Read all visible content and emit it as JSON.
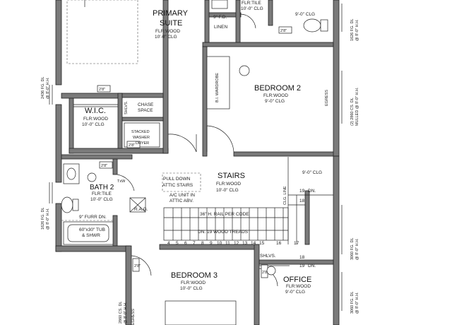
{
  "rooms": {
    "primary_suite": {
      "name_line1": "PRIMARY",
      "name_line2": "SUITE",
      "floor": "FLR:WOOD",
      "clg": "10'-0\" CLG"
    },
    "wic": {
      "name": "W.I.C.",
      "floor": "FLR:WOOD",
      "clg": "10'-0\" CLG"
    },
    "bedroom2": {
      "name": "BEDROOM 2",
      "floor": "FLR:WOOD",
      "clg": "9'-0\" CLG"
    },
    "stairs": {
      "name": "STAIRS",
      "floor": "FLR:WOOD",
      "clg": "10'-0\" CLG"
    },
    "bath2": {
      "name": "BATH 2",
      "floor": "FLR:TILE",
      "clg": "10'-0\" CLG"
    },
    "bedroom3": {
      "name": "BEDROOM 3",
      "floor": "FLR:WOOD",
      "clg": "10'-0\" CLG"
    },
    "office": {
      "name": "OFFICE",
      "floor": "FLR:WOOD",
      "clg": "9'-0\" CLG"
    },
    "top_bath": {
      "floor": "FLR:TILE",
      "clg": "10'-0\" CLG"
    }
  },
  "labels": {
    "nine_clg_top": "9'-0\" CLG",
    "nine_clg_stair": "9'-0\" CLG",
    "nine_fd": "9\" F.D.",
    "linen": "LINEN",
    "bi_wardrobe": "B.I. WARDROBE",
    "egress_right": "EGRESS",
    "egress_bottom": "EGRESS",
    "shlvs_wic": "SHLVS.",
    "shlvs_office": "SHLVS.",
    "chase_space_1": "CHASE",
    "chase_space_2": "SPACE",
    "stacked_1": "STACKED",
    "stacked_2": "WASHER",
    "stacked_3": "DRYER",
    "pull_down_1": "PULL DOWN",
    "pull_down_2": "ATTIC STAIRS",
    "ac_1": "A/C UNIT IN",
    "ac_2": "ATTIC ABV.",
    "rag": "R.A.G.",
    "furr": "9\" FURR DN.",
    "tub_1": "60\"x30\" TUB",
    "tub_2": "& SHWR",
    "rail": "36\" H. RAIL PER CODE",
    "treads": "DN. 19 WOOD TREADS",
    "clg_line": "CLG. LINE",
    "dn_19": "19",
    "dn_label": "DN.",
    "dn_19b": "19",
    "dn_label_b": "DN.",
    "n18a": "18",
    "n18b": "18",
    "txw": "TxW",
    "win_top_r1": "1626 FG. DL",
    "win_top_r2": "@ 8'-0\" H.H.",
    "win_b2_1": "(2) 2860 CS. DL",
    "win_b2_2": "MULLED @ 8'-0\" H.H.",
    "win_l1_1": "2436 FG. DL",
    "win_l1_2": "@ 8'-0\" H.H.",
    "win_l2_1": "1626 FG. DL",
    "win_l2_2": "@ 8'-0\" H.H.",
    "win_r3_1": "3060 FG. DL",
    "win_r3_2": "@ 8'-0\" H.H.",
    "win_r4_1": "3060 FG. DL",
    "win_r4_2": "@ 8'-0\" H.H.",
    "win_b3_1": "2860 CS. DL",
    "win_b3_2": "@ 8'-0\" H.H.",
    "tag_2880_a": "2'8\"",
    "tag_2880_b": "2'8\"",
    "tag_2880_c": "2'8\"",
    "tag_2880_d": "2'8\"",
    "tag_2880_e": "2'8\"",
    "tag_2880_f": "2'8\""
  },
  "stair_numbers": [
    "4",
    "5",
    "6",
    "7",
    "8",
    "9",
    "10",
    "11",
    "12",
    "13",
    "14",
    "15",
    "16",
    "17"
  ],
  "colors": {
    "wall": "#7a7a7a",
    "line": "#222222",
    "background": "#ffffff"
  }
}
